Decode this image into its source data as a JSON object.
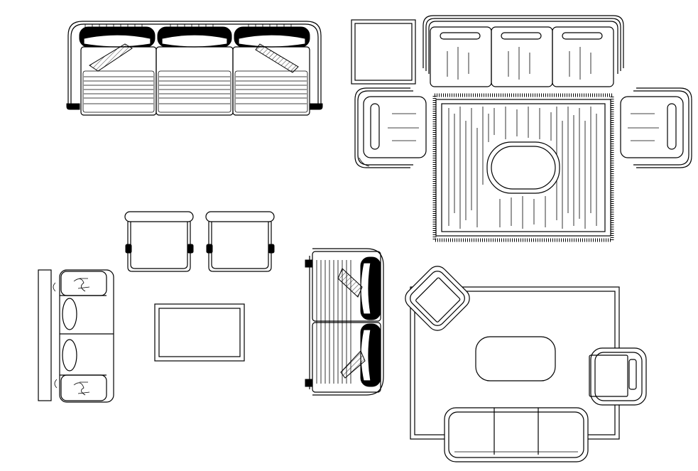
{
  "drawing": {
    "kind": "furniture-plan-cad-blocks",
    "stroke_color": "#000000",
    "background_color": "#ffffff",
    "blocks": [
      "three-seat-sofa-with-cushions",
      "side-table-square",
      "three-seat-sofa",
      "armchair-left",
      "armchair-right",
      "area-rug-with-fringe",
      "oval-coffee-table",
      "lounge-chair-pair",
      "sofa-with-console",
      "rectangular-coffee-table",
      "two-seat-sofa-with-cushions",
      "living-room-set"
    ]
  }
}
